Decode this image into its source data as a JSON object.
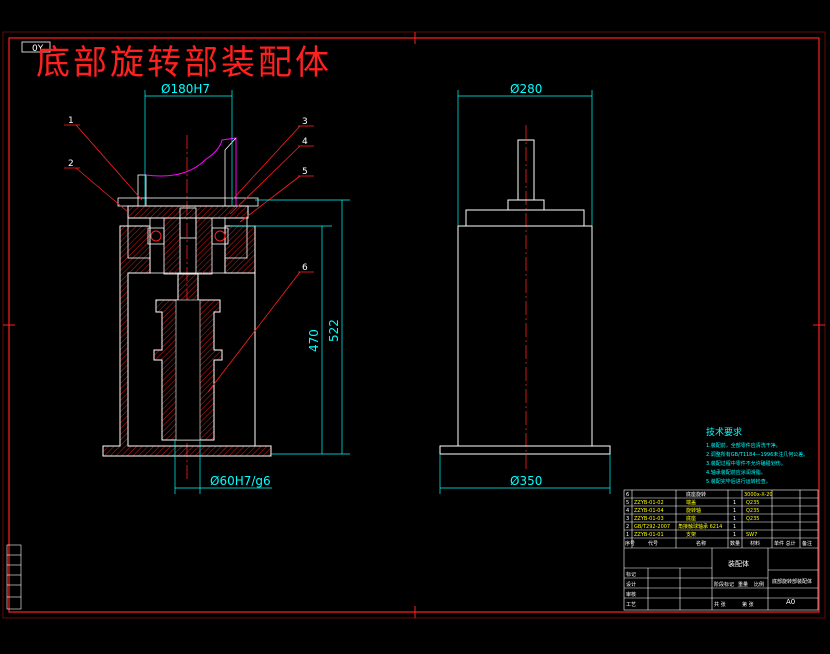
{
  "drawing": {
    "title": "底部旋转部装配体",
    "corner_tag": "0Y",
    "scale_label": "A0"
  },
  "dimensions": {
    "bore_top": "Ø180H7",
    "shaft_bottom": "Ø60H7/g6",
    "height_inner": "470",
    "height_outer": "522",
    "right_width_top": "Ø280",
    "right_width_bottom": "Ø350"
  },
  "part_balloons": [
    "1",
    "2",
    "3",
    "4",
    "5",
    "6"
  ],
  "tech_requirements": {
    "heading": "技术要求",
    "lines": [
      "1.装配前，全部零件应清洗干净。",
      "2.调整所有GB/T1184—1996未注几何公差。",
      "3.装配过程中零件不允许磕碰划伤。",
      "4.轴承装配前应涂润滑脂。",
      "5.装配完毕后进行运转检查。"
    ]
  },
  "title_block": {
    "parts_rows": [
      {
        "no": "6",
        "code": "",
        "name": "底座旋转",
        "qty": "",
        "material": "3000x-X-20"
      },
      {
        "no": "5",
        "code": "ZZYB-01-02",
        "name": "端盖",
        "qty": "1",
        "material": "Q235"
      },
      {
        "no": "4",
        "code": "ZZYB-01-04",
        "name": "旋转轴",
        "qty": "1",
        "material": "Q235"
      },
      {
        "no": "3",
        "code": "ZZYB-01-03",
        "name": "底座",
        "qty": "1",
        "material": "Q235"
      },
      {
        "no": "2",
        "code": "GB/T292-2007",
        "name": "角接触球轴承 6214",
        "qty": "1",
        "material": ""
      },
      {
        "no": "1",
        "code": "ZZYB-01-01",
        "name": "支架",
        "qty": "1",
        "material": "SW7"
      }
    ],
    "header": {
      "no": "序号",
      "code": "代号",
      "name": "名称",
      "qty": "数量",
      "material": "材料",
      "weight": "单件 总计",
      "note": "备注"
    },
    "assembly_name": "装配体",
    "assembly_title": "底部旋转部装配体",
    "rows_left": [
      "标记",
      "设计",
      "审核",
      "工艺"
    ],
    "rows_mid": [
      "阶段标记",
      "重量",
      "比例"
    ],
    "sheet_info": [
      "共 张",
      "第 张"
    ]
  },
  "colors": {
    "outline": "#ffffff",
    "dimension": "#00ffff",
    "hatch": "#ff2020",
    "centerline": "#ff2020",
    "frame": "#ff0000",
    "leader": "#ff2020",
    "curve": "#ff00ff",
    "title_text": "#ff2020"
  }
}
